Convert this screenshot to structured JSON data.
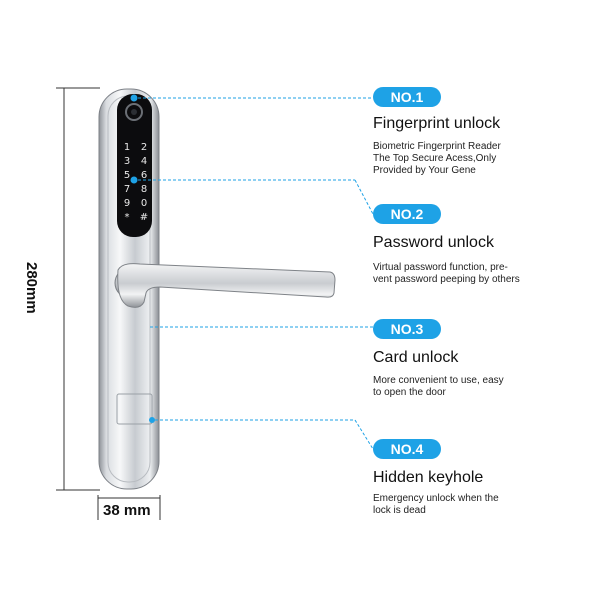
{
  "dimensions": {
    "height_label": "280mm",
    "width_label": "38 mm"
  },
  "keypad": {
    "left_column": [
      "1",
      "3",
      "5",
      "7",
      "9",
      "*"
    ],
    "right_column": [
      "2",
      "4",
      "6",
      "8",
      "0",
      "#"
    ]
  },
  "features": [
    {
      "badge": "NO.1",
      "title": "Fingerprint unlock",
      "description": "Biometric Fingerprint Reader\nThe Top Secure Acess,Only\nProvided by Your Gene"
    },
    {
      "badge": "NO.2",
      "title": "Password unlock",
      "description": "Virtual password function, pre-\nvent password peeping by others"
    },
    {
      "badge": "NO.3",
      "title": "Card unlock",
      "description": "More convenient to use, easy\nto open the door"
    },
    {
      "badge": "NO.4",
      "title": "Hidden keyhole",
      "description": "Emergency unlock when the\nlock is dead"
    }
  ],
  "colors": {
    "accent": "#1ea2e6",
    "panel": "#0c0c0e"
  }
}
